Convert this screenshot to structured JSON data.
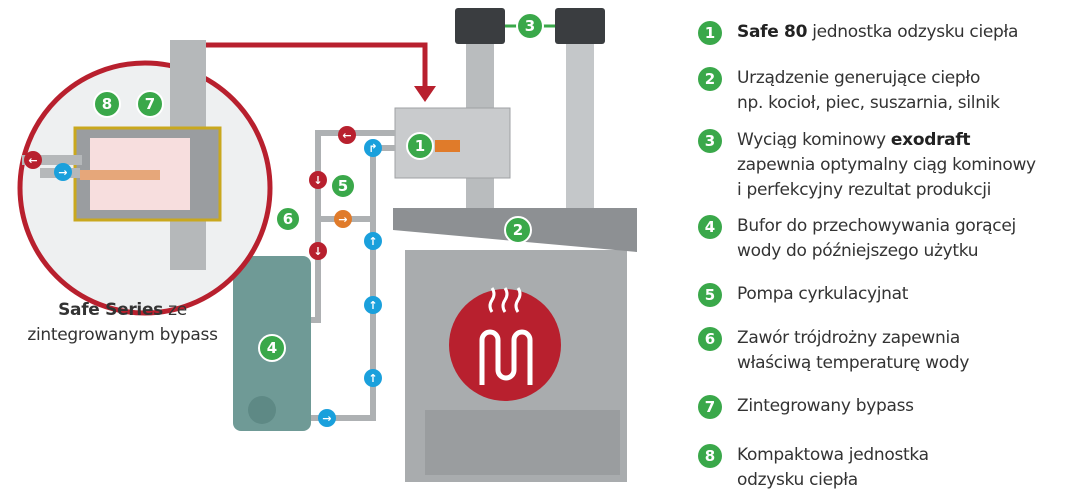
{
  "colors": {
    "green": "#3aa84a",
    "red": "#b8202e",
    "blue": "#1aa0dc",
    "orange": "#e07b2a"
  },
  "legend": [
    {
      "num": "1",
      "bold": "Safe 80",
      "text": " jednostka odzysku ciepła",
      "lines": []
    },
    {
      "num": "2",
      "bold": "",
      "text": "Urządzenie generujące ciepło",
      "lines": [
        "np. kocioł, piec, suszarnia, silnik"
      ]
    },
    {
      "num": "3",
      "bold": "",
      "text": "Wyciąg kominowy ",
      "bold2": "exodraft",
      "lines": [
        "zapewnia optymalny ciąg kominowy",
        "i perfekcyjny rezultat produkcji"
      ]
    },
    {
      "num": "4",
      "bold": "",
      "text": "Bufor do przechowywania gorącej",
      "lines": [
        "wody do późniejszego użytku"
      ]
    },
    {
      "num": "5",
      "bold": "",
      "text": "Pompa cyrkulacyjnat",
      "lines": []
    },
    {
      "num": "6",
      "bold": "",
      "text": "Zawór trójdrożny zapewnia",
      "lines": [
        "właściwą temperaturę wody"
      ]
    },
    {
      "num": "7",
      "bold": "",
      "text": "Zintegrowany bypass",
      "lines": []
    },
    {
      "num": "8",
      "bold": "",
      "text": "Kompaktowa jednostka",
      "lines": [
        "odzysku ciepła"
      ]
    }
  ],
  "caption": {
    "bold": "Safe Series",
    "text": " ze",
    "line2": "zintegrowanym bypass"
  },
  "markers": [
    "1",
    "2",
    "3",
    "4",
    "5",
    "6",
    "7",
    "8"
  ]
}
